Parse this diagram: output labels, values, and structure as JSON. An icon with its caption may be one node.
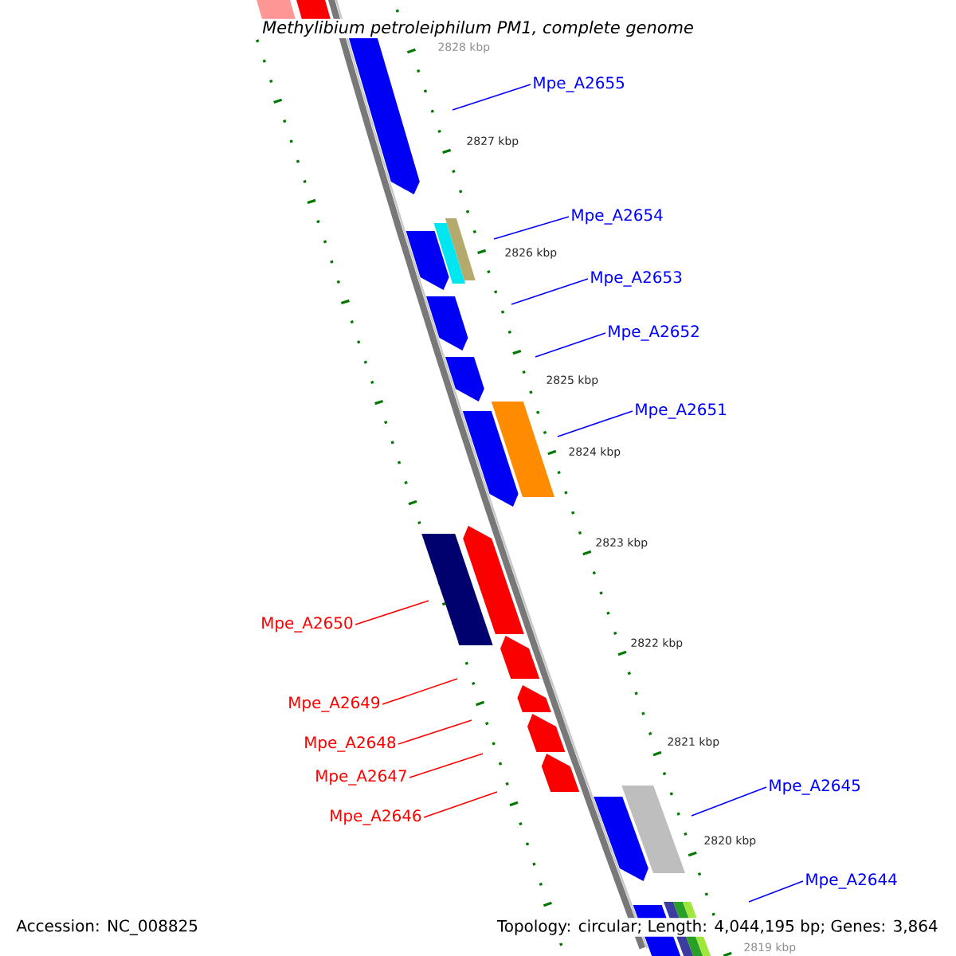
{
  "diagram": {
    "title": "Methylibium petroleiphilum PM1, complete genome",
    "nodes": [
      {
        "text": [
          "Mpe_A2655"
        ]
      },
      {
        "text": [
          "Mpe_A2654"
        ]
      },
      {
        "text": [
          "Mpe_A2653"
        ]
      },
      {
        "text": [
          "Mpe_A2652"
        ]
      },
      {
        "text": [
          "Mpe_A2651"
        ]
      },
      {
        "text": [
          "Mpe_A2650"
        ]
      },
      {
        "text": [
          "Mpe_A2649"
        ]
      },
      {
        "text": [
          "Mpe_A2648"
        ]
      },
      {
        "text": [
          "Mpe_A2647"
        ]
      },
      {
        "text": [
          "Mpe_A2646"
        ]
      },
      {
        "text": [
          "Mpe_A2645"
        ]
      },
      {
        "text": [
          "Mpe_A2644"
        ]
      }
    ],
    "edges": [
      {
        "from": 0,
        "to": null,
        "arrow": "none"
      },
      {
        "from": 1,
        "to": null,
        "arrow": "none"
      },
      {
        "from": 2,
        "to": null,
        "arrow": "none"
      },
      {
        "from": 3,
        "to": null,
        "arrow": "none"
      },
      {
        "from": 4,
        "to": null,
        "arrow": "none"
      },
      {
        "from": 5,
        "to": null,
        "arrow": "none",
        "color": "#ff0000"
      },
      {
        "from": 6,
        "to": null,
        "arrow": "none",
        "color": "#ff0000"
      },
      {
        "from": 7,
        "to": null,
        "arrow": "none",
        "color": "#ff0000"
      },
      {
        "from": 8,
        "to": null,
        "arrow": "none",
        "color": "#ff0000"
      },
      {
        "from": 9,
        "to": null,
        "arrow": "none",
        "color": "#ff0000"
      },
      {
        "from": 10,
        "to": null,
        "arrow": "none"
      },
      {
        "from": 11,
        "to": null,
        "arrow": "none"
      }
    ],
    "labels": [
      "2828 kbp",
      "2827 kbp",
      "2826 kbp",
      "2825 kbp",
      "2824 kbp",
      "2823 kbp",
      "2822 kbp",
      "2821 kbp",
      "2820 kbp",
      "2819 kbp",
      "Accession: NC_008825",
      "Topology: circular; Length: 4,044,195 bp; Genes: 3,864"
    ]
  }
}
